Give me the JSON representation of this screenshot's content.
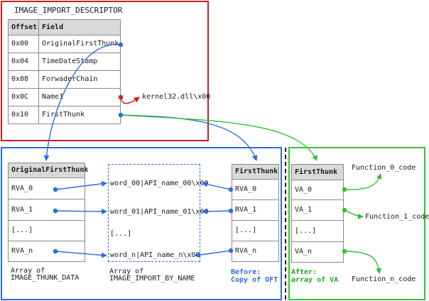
{
  "descriptor": {
    "title": "IMAGE_IMPORT_DESCRIPTOR",
    "headers": [
      "Offset",
      "Field"
    ],
    "rows": [
      [
        "0x00",
        "OriginalFirstThunk"
      ],
      [
        "0x04",
        "TimeDateStamp"
      ],
      [
        "0x08",
        "ForwaderChain"
      ],
      [
        "0x0C",
        "Name1"
      ],
      [
        "0x10",
        "FirstThunk"
      ]
    ],
    "name_target": "kernel32.dll\\x00"
  },
  "oft_table": {
    "header": "OriginalFirstThunk",
    "rows": [
      "RVA_0",
      "RVA_1",
      "[...]",
      "RVA_n"
    ],
    "caption_line1": "Array of",
    "caption_line2": "IMAGE_THUNK_DATA"
  },
  "by_name": {
    "rows": [
      "word_00|API_name_00\\x00",
      "word_01|API_name_01\\x00",
      "[...]",
      "word_n|API_name_n\\x00"
    ],
    "caption_line1": "Array of",
    "caption_line2": "IMAGE_IMPORT_BY_NAME"
  },
  "ft_before": {
    "header": "FirstThunk",
    "rows": [
      "RVA_0",
      "RVA_1",
      "[...]",
      "RVA_n"
    ],
    "caption_line1": "Before:",
    "caption_line2": "Copy of OFT"
  },
  "ft_after": {
    "header": "FirstThunk",
    "rows": [
      "VA_0",
      "VA_1",
      "[...]",
      "VA_n"
    ],
    "caption_line1": "After:",
    "caption_line2": "array of VA",
    "targets": [
      "Function_0_code",
      "Function_1_code",
      "Function_n_code"
    ]
  },
  "colors": {
    "red": "#cc1f1f",
    "blue": "#2b6ce0",
    "green": "#33c233",
    "header_fill": "#d9d9d9"
  }
}
